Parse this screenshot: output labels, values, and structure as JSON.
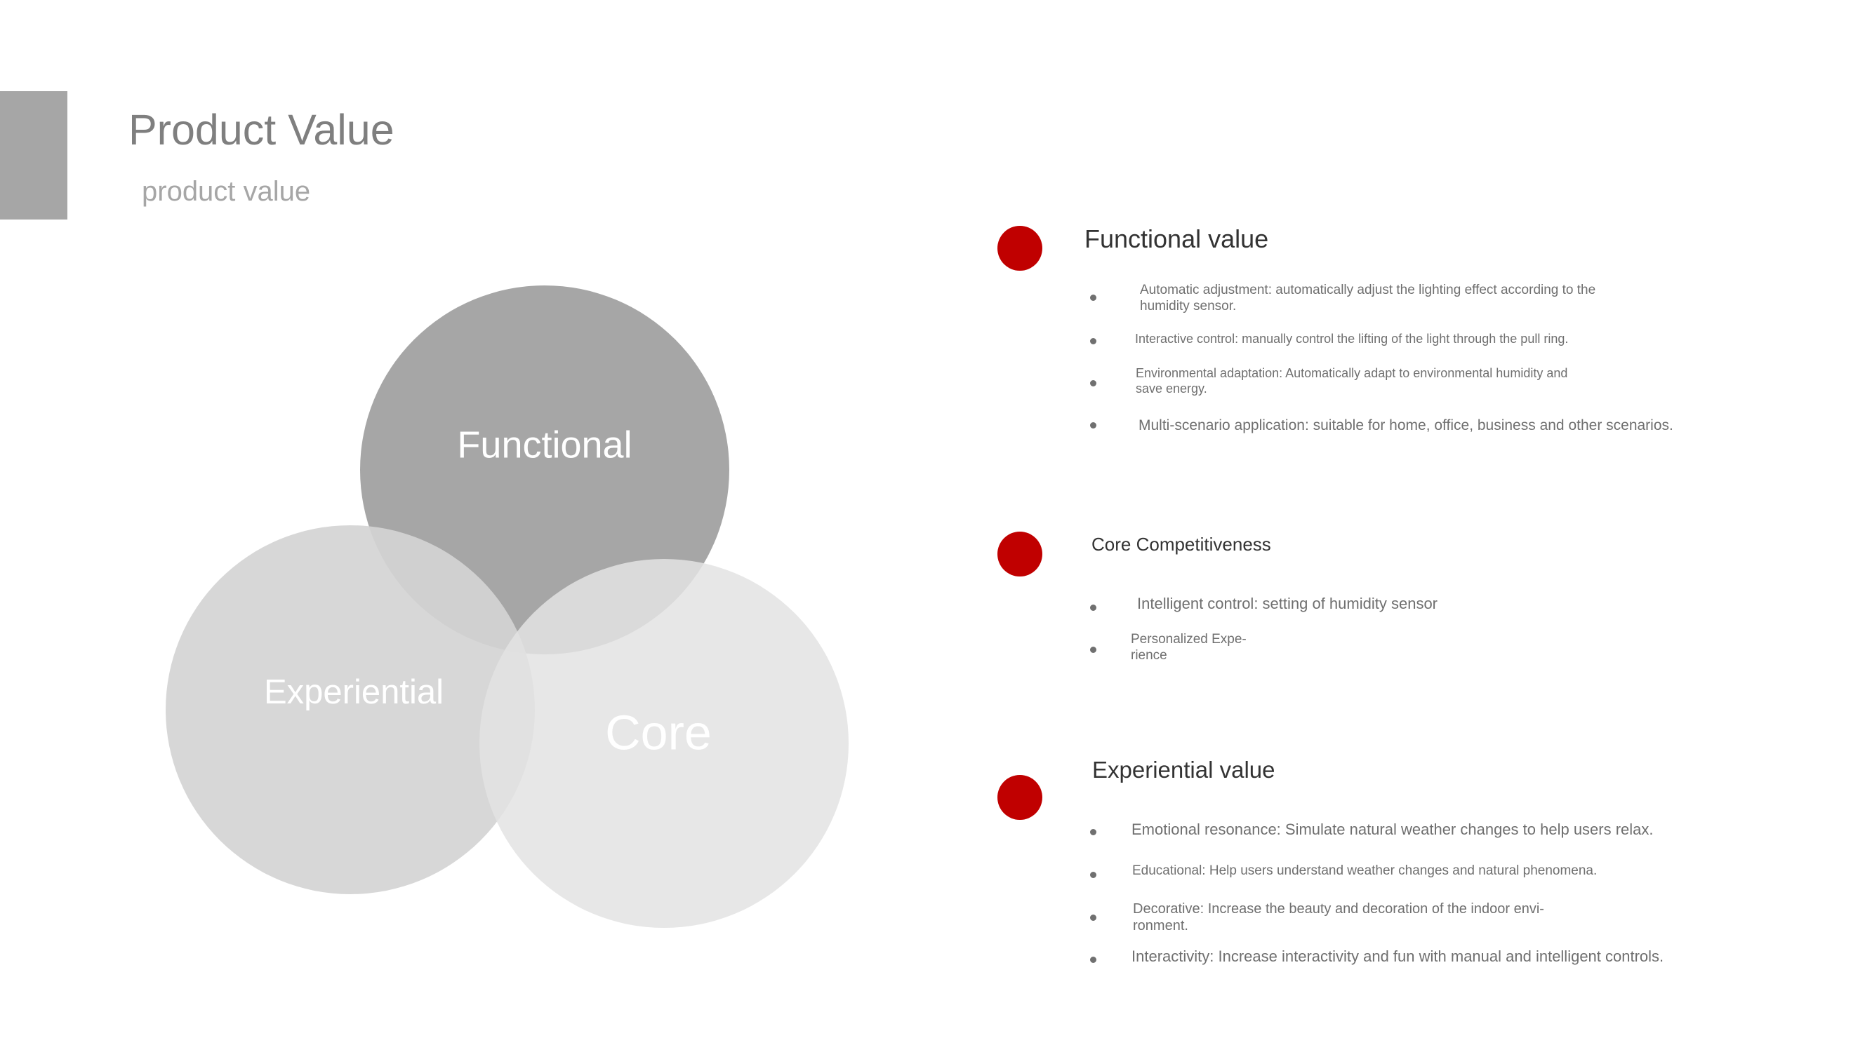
{
  "page": {
    "title": "Product Value",
    "subtitle": "product value"
  },
  "venn": {
    "circles": [
      {
        "label": "Functional",
        "color": "#a6a6a6"
      },
      {
        "label": "Experiential",
        "color": "#d4d4d4"
      },
      {
        "label": "Core",
        "color": "#e3e3e3"
      }
    ]
  },
  "colors": {
    "accent": "#c00000",
    "bar": "#a6a6a6",
    "heading": "#333333",
    "body_text": "#6f6f6f"
  },
  "sections": [
    {
      "heading": "Functional value",
      "items": [
        "Automatic adjustment: automatically adjust the lighting effect according to the humidity sensor.",
        "Interactive control: manually control the lifting of the light through the pull ring.",
        "Environmental adaptation: Automatically adapt to environmental humidity and save energy.",
        "Multi-scenario application: suitable for home, office, business and other scenarios."
      ]
    },
    {
      "heading": "Core Competitiveness",
      "items": [
        "Intelligent control: setting of humidity sensor",
        "Personalized Expe-rience"
      ]
    },
    {
      "heading": "Experiential value",
      "items": [
        "Emotional resonance: Simulate natural weather changes to help users relax.",
        "Educational: Help users understand weather changes and natural phenomena.",
        "Decorative: Increase the beauty and decoration of the indoor envi-ronment.",
        "Interactivity: Increase interactivity and fun with manual and intelligent controls."
      ]
    }
  ]
}
